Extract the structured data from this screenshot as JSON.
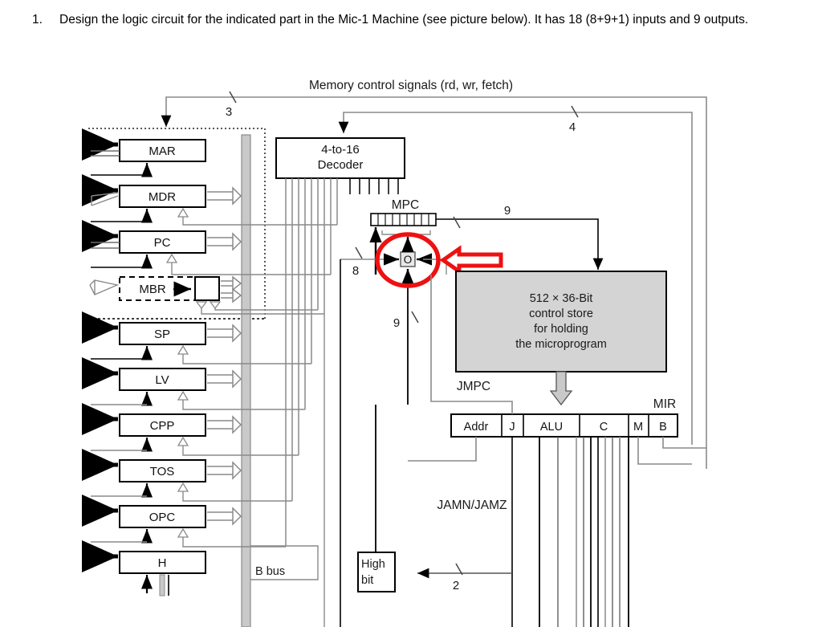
{
  "question": {
    "number": "1.",
    "text": "Design the logic circuit for the indicated part in the Mic-1 Machine (see picture below). It has 18 (8+9+1) inputs and 9 outputs."
  },
  "diagram": {
    "title": "Memory control signals (rd, wr, fetch)",
    "bus_width_labels": {
      "mem_ctrl": "3",
      "decoder_in": "4",
      "mpc_out": "9",
      "mpc_low8": "8",
      "addr_to_mpc": "9",
      "high_bit_in": "2"
    },
    "registers": [
      {
        "name": "MAR"
      },
      {
        "name": "MDR"
      },
      {
        "name": "PC"
      },
      {
        "name": "MBR"
      },
      {
        "name": "SP"
      },
      {
        "name": "LV"
      },
      {
        "name": "CPP"
      },
      {
        "name": "TOS"
      },
      {
        "name": "OPC"
      },
      {
        "name": "H"
      }
    ],
    "decoder": {
      "line1": "4-to-16",
      "line2": "Decoder"
    },
    "mpc": {
      "label": "MPC",
      "bits": 9
    },
    "or_block": {
      "label": "O"
    },
    "control_store": {
      "line1": "512 × 36-Bit",
      "line2": "control store",
      "line3": "for holding",
      "line4": "the microprogram"
    },
    "mir": {
      "label": "MIR",
      "fields": [
        "Addr",
        "J",
        "ALU",
        "C",
        "M",
        "B"
      ]
    },
    "labels": {
      "jmpc": "JMPC",
      "jamn_jamz": "JAMN/JAMZ",
      "b_bus": "B bus",
      "high_bit_line1": "High",
      "high_bit_line2": "bit"
    },
    "colors": {
      "highlight": "#ee1111",
      "control_store_fill": "#d4d4d4",
      "line_gray": "#808080",
      "line_black": "#000000"
    }
  }
}
